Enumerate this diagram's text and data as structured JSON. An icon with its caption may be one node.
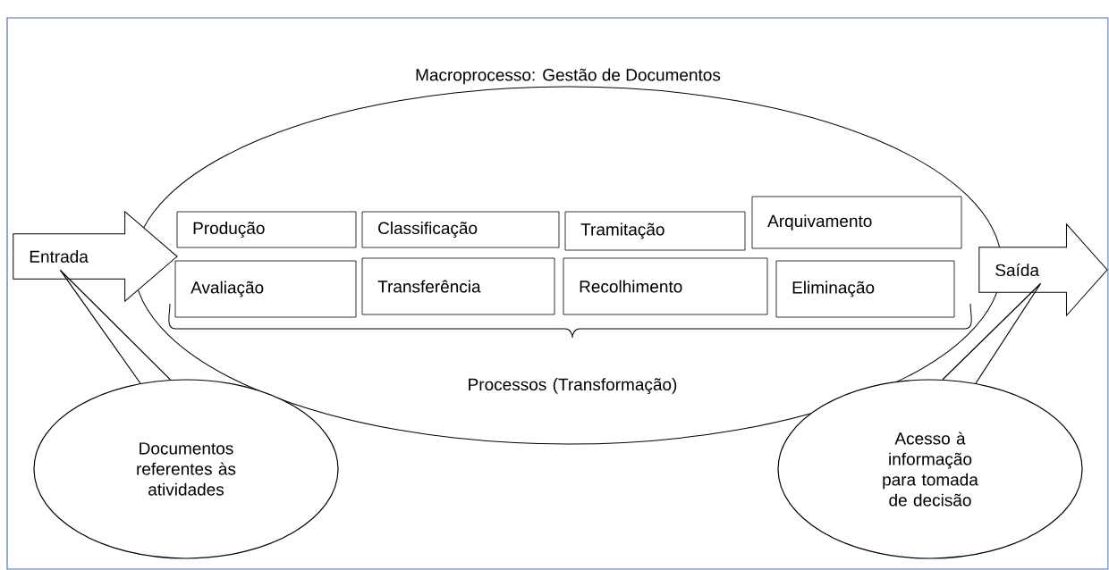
{
  "diagram": {
    "nodes": [
      {
        "text": [
          "Macroprocesso: Gestão de Documentos"
        ]
      },
      {
        "text": [
          "Produção"
        ],
        "in": 0
      },
      {
        "text": [
          "Classificação"
        ],
        "in": 0
      },
      {
        "text": [
          "Tramitação"
        ],
        "in": 0
      },
      {
        "text": [
          "Arquivamento"
        ],
        "in": 0
      },
      {
        "text": [
          "Avaliação"
        ],
        "in": 0
      },
      {
        "text": [
          "Transferência"
        ],
        "in": 0
      },
      {
        "text": [
          "Recolhimento"
        ],
        "in": 0
      },
      {
        "text": [
          "Eliminação"
        ],
        "in": 0
      },
      {
        "text": [
          "Entrada"
        ]
      },
      {
        "text": [
          "Saída"
        ]
      },
      {
        "text": [
          "Documentos referentes às atividades"
        ]
      },
      {
        "text": [
          "Acesso à informação para tomada de decisão"
        ]
      }
    ],
    "edges": [
      {
        "from": 11,
        "to": 9,
        "arrow": "none"
      },
      {
        "from": 12,
        "to": 10,
        "arrow": "none"
      }
    ],
    "labels": [
      "Processos (Transformação)"
    ]
  }
}
